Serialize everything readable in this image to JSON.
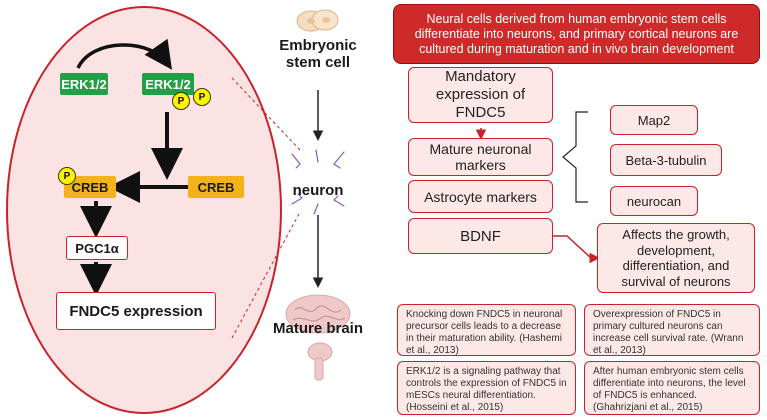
{
  "pathway": {
    "erk_left": "ERK1/2",
    "erk_right": "ERK1/2",
    "phospho": "P",
    "creb_left": "CREB",
    "creb_right": "CREB",
    "pgc": "PGC1α",
    "fndc5_expression": "FNDC5 expression"
  },
  "development": {
    "embryonic_stem_cell": "Embryonic\nstem cell",
    "neuron": "neuron",
    "mature_brain": "Mature brain"
  },
  "header": "Neural cells derived from human embryonic stem cells differentiate into neurons, and primary cortical neurons are cultured during maturation and in vivo brain development",
  "flow": {
    "mandatory": "Mandatory expression of FNDC5",
    "mature_markers": "Mature neuronal markers",
    "astrocyte": "Astrocyte markers",
    "bdnf": "BDNF",
    "map2": "Map2",
    "beta3": "Beta-3-tubulin",
    "neurocan": "neurocan",
    "bdnf_effect": "Affects the growth, development, differentiation, and survival of neurons"
  },
  "notes": [
    "Knocking down FNDC5 in neuronal precursor cells leads to a decrease in their maturation ability. (Hashemi et al., 2013)",
    "Overexpression of FNDC5 in primary cultured neurons can increase cell survival rate. (Wrann et al., 2013)",
    "ERK1/2 is a signaling pathway that controls the expression of FNDC5 in mESCs neural differentiation. (Hosseini et al., 2015)",
    "After human embryonic stem cells differentiate into neurons, the level of FNDC5 is enhanced. (Ghahrizjani et al., 2015)"
  ],
  "colors": {
    "accent_red": "#c9222a",
    "header_red": "#cf2a2a",
    "pink_fill": "#fde8e8",
    "ellipse_fill": "#fbe3e3",
    "erk_green": "#22a046",
    "creb_orange": "#f3b21a",
    "phospho_yellow": "#fff200"
  },
  "icons": [
    "stem-cell-icon",
    "neuron-icon",
    "brain-icon"
  ]
}
